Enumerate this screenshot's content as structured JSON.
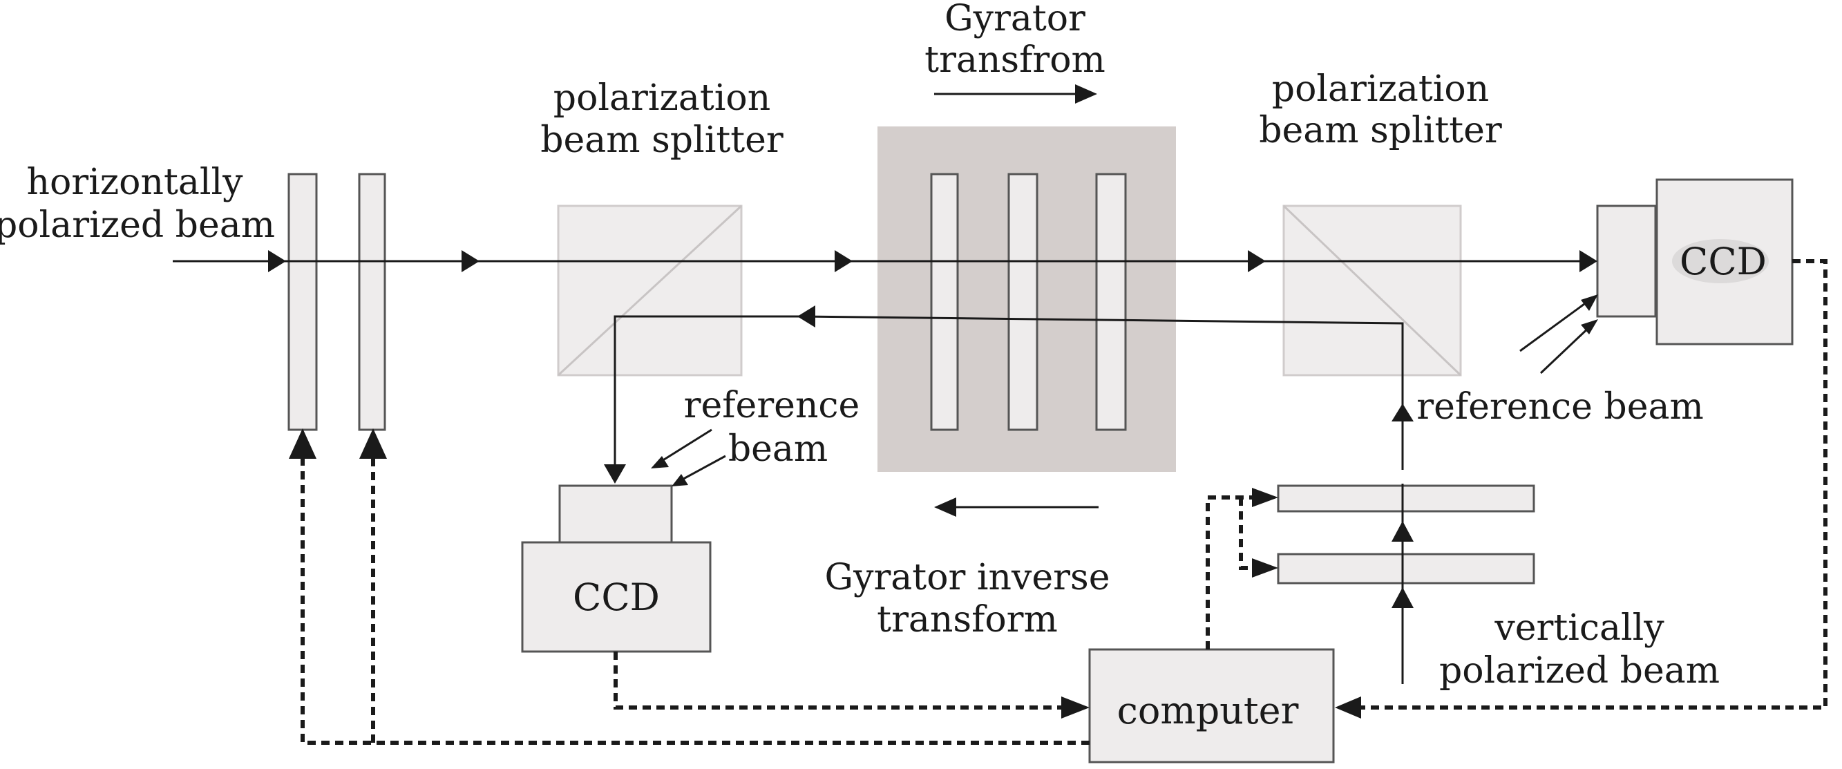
{
  "labels": {
    "horizontal_beam": [
      "horizontally",
      "polarized beam"
    ],
    "pbs_left": [
      "polarization",
      "beam splitter"
    ],
    "gyrator_top": [
      "Gyrator",
      "transfrom"
    ],
    "pbs_right": [
      "polarization",
      "beam splitter"
    ],
    "ccd_right": "CCD",
    "ccd_left": "CCD",
    "reference_left": [
      "reference",
      "beam"
    ],
    "reference_right": "reference beam",
    "gyrator_inverse": [
      "Gyrator inverse",
      "transform"
    ],
    "vertical_beam": [
      "vertically",
      "polarized beam"
    ],
    "computer": "computer"
  },
  "colors": {
    "line": "#1a1a1a",
    "element_fill": "#eeecec",
    "element_stroke": "#555555",
    "gyrator_fill": "#d4cecc",
    "splitter_fill": "#efeded",
    "splitter_stroke": "#d0cccc"
  }
}
